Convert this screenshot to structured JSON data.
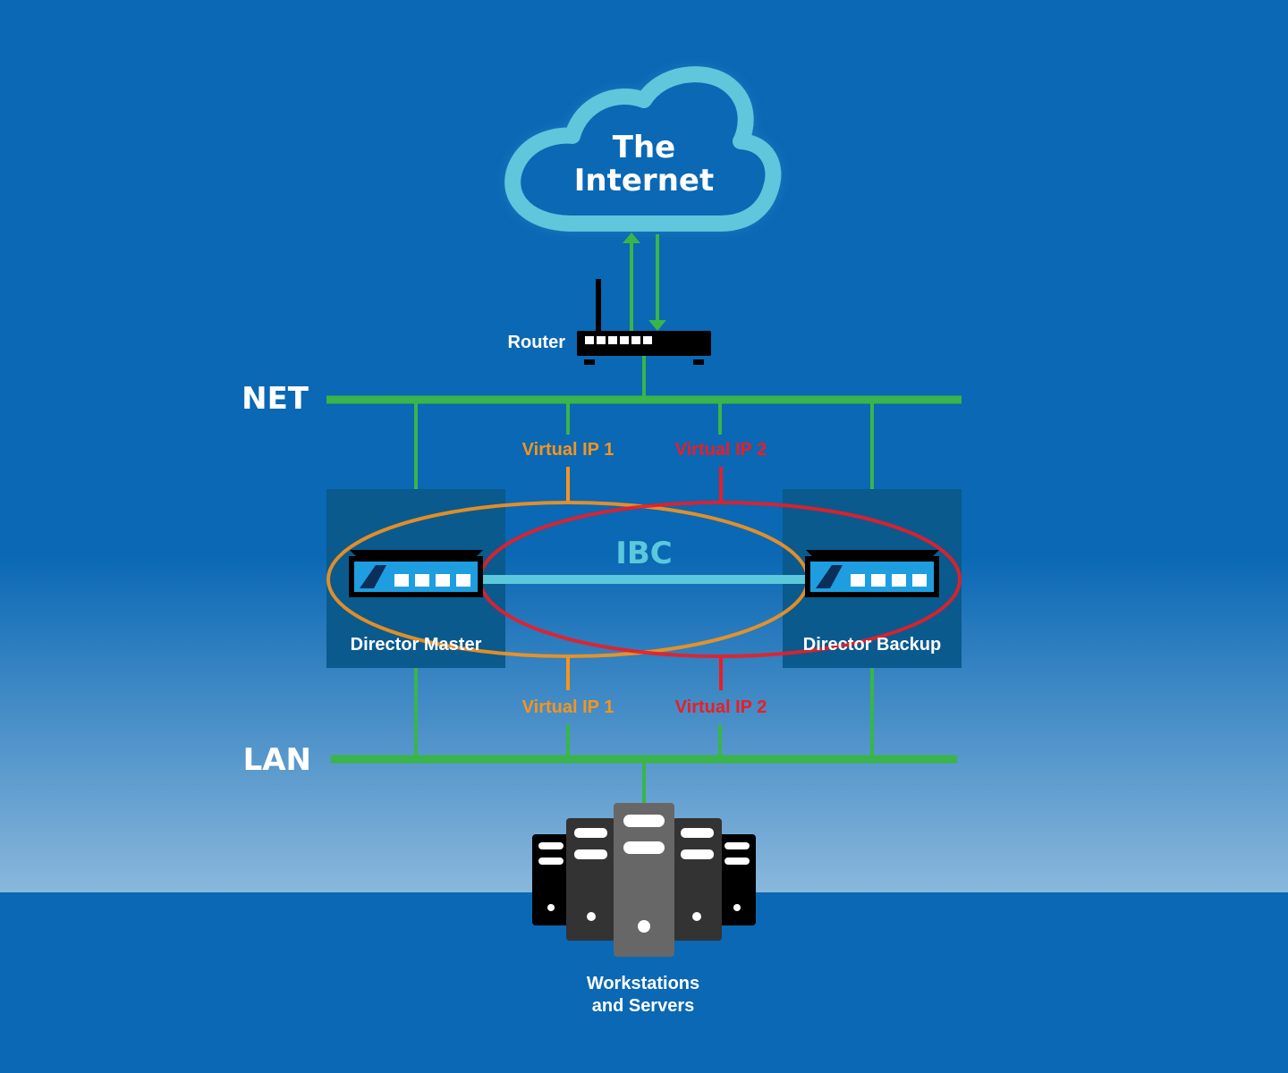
{
  "cloud": {
    "line1": "The",
    "line2": "Internet"
  },
  "router": {
    "label": "Router"
  },
  "networks": {
    "net": "NET",
    "lan": "LAN"
  },
  "virtual_ips": {
    "top_1": "Virtual IP 1",
    "top_2": "Virtual IP 2",
    "bottom_1": "Virtual IP 1",
    "bottom_2": "Virtual IP 2"
  },
  "ibc": {
    "label": "IBC"
  },
  "directors": {
    "master": "Director Master",
    "backup": "Director Backup"
  },
  "workstations": {
    "line1": "Workstations",
    "line2": "and Servers"
  },
  "colors": {
    "background": "#0a68b4",
    "sky_light": "#8ab8dc",
    "link_green": "#39b54a",
    "vip1_orange": "#f7941d",
    "vip2_red": "#ed1c24",
    "ibc_cyan": "#5bc8dc",
    "cloud_cyan": "#5fc6dc",
    "director_box": "#0a5a8e"
  }
}
